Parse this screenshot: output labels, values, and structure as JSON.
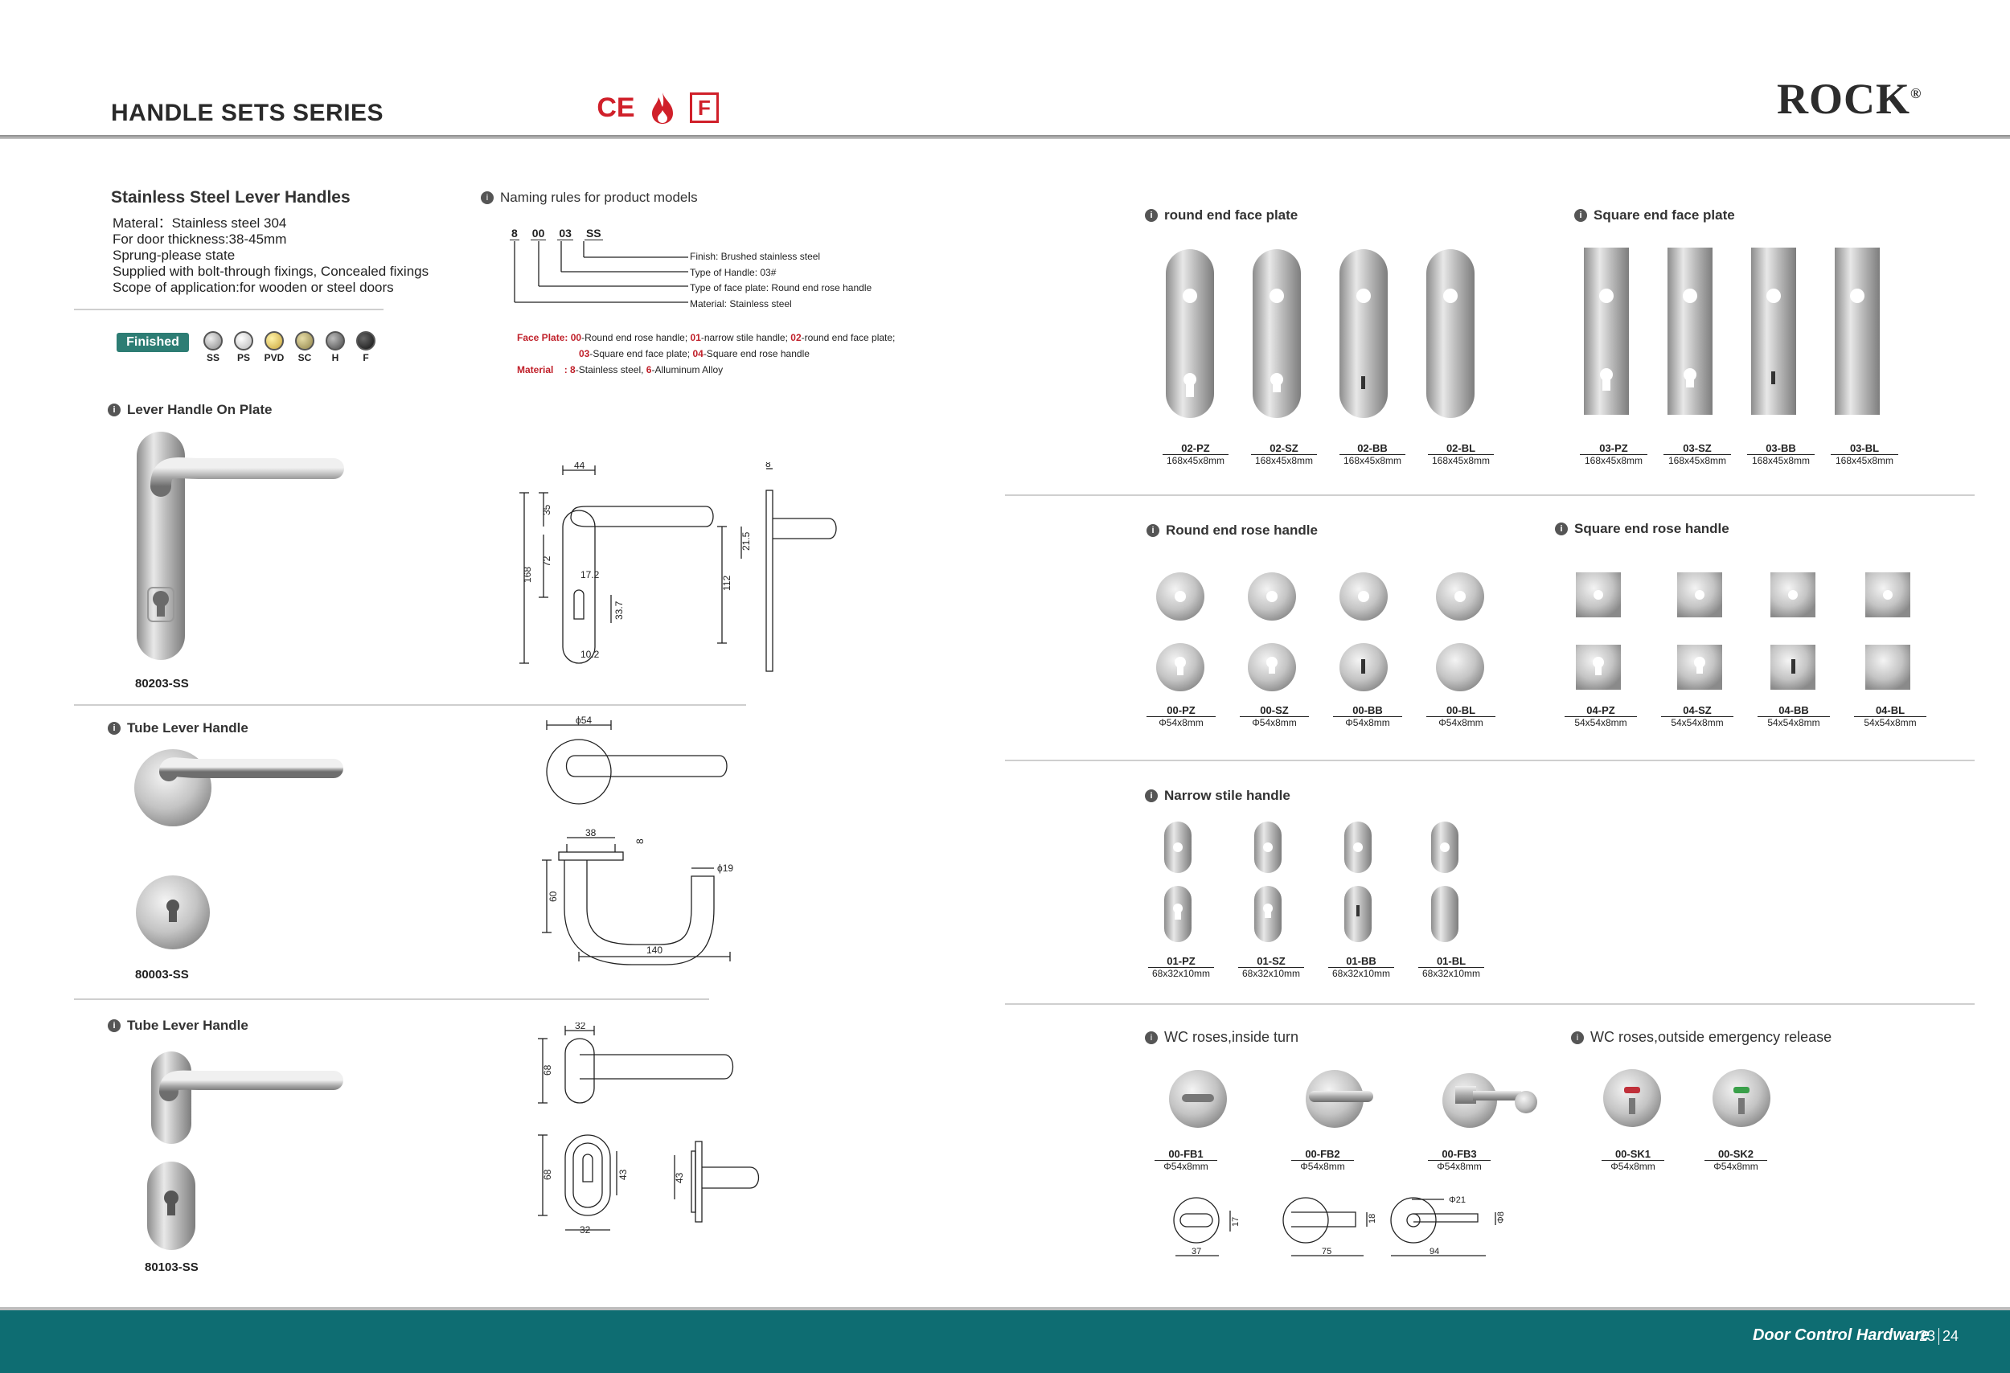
{
  "header": {
    "series_title": "HANDLE SETS SERIES",
    "cert_ce": "CE",
    "cert_f": "F",
    "brand": "ROCK",
    "brand_mark": "®"
  },
  "intro": {
    "title": "Stainless Steel Lever Handles",
    "lines": [
      "Materal：Stainless steel 304",
      "For door thickness:38-45mm",
      "Sprung-please state",
      "Supplied with bolt-through fixings, Concealed fixings",
      "Scope of application:for wooden or steel doors"
    ]
  },
  "finishes": {
    "label": "Finished",
    "items": [
      {
        "code": "SS",
        "color": "#9a9a9a"
      },
      {
        "code": "PS",
        "color": "#d8d8d8"
      },
      {
        "code": "PVD",
        "color": "#c9a43a"
      },
      {
        "code": "SC",
        "color": "#a89a5c"
      },
      {
        "code": "H",
        "color": "#6a6a6a"
      },
      {
        "code": "F",
        "color": "#2a2a2a"
      }
    ]
  },
  "naming": {
    "title": "Naming rules for product models",
    "code_parts": [
      "8",
      "00",
      "03",
      "SS"
    ],
    "rules": [
      "Finish: Brushed stainless steel",
      "Type of Handle: 03#",
      "Type of face plate: Round end rose handle",
      "Material: Stainless steel"
    ],
    "face_plate_key": "Face Plate:",
    "face_plate_line1": [
      {
        "code": "00",
        "text": "-Round end rose handle;  "
      },
      {
        "code": "01",
        "text": "-narrow stile handle;  "
      },
      {
        "code": "02",
        "text": "-round end face plate;"
      }
    ],
    "face_plate_line2": [
      {
        "code": "03",
        "text": "-Square end face plate;  "
      },
      {
        "code": "04",
        "text": "-Square end rose handle"
      }
    ],
    "material_key": "Material",
    "material_sep": ":",
    "material_line": [
      {
        "code": "8",
        "text": "-Stainless steel,  "
      },
      {
        "code": "6",
        "text": "-Alluminum Alloy"
      }
    ]
  },
  "products": [
    {
      "title": "Lever Handle On Plate",
      "model": "80203-SS"
    },
    {
      "title": "Tube Lever Handle",
      "model": "80003-SS"
    },
    {
      "title": "Tube Lever Handle",
      "model": "80103-SS"
    }
  ],
  "dims": {
    "p1": [
      "44",
      "8",
      "35",
      "72",
      "168",
      "17.2",
      "33.7",
      "10.2",
      "112",
      "21.5"
    ],
    "p2": [
      "ϕ54",
      "38",
      "8",
      "ϕ19",
      "60",
      "140"
    ],
    "p3": [
      "32",
      "68",
      "68",
      "43",
      "32",
      "43"
    ]
  },
  "right": {
    "round_face": {
      "title": "round end face plate",
      "items": [
        {
          "code": "02-PZ",
          "size": "168x45x8mm"
        },
        {
          "code": "02-SZ",
          "size": "168x45x8mm"
        },
        {
          "code": "02-BB",
          "size": "168x45x8mm"
        },
        {
          "code": "02-BL",
          "size": "168x45x8mm"
        }
      ]
    },
    "square_face": {
      "title": "Square end face plate",
      "items": [
        {
          "code": "03-PZ",
          "size": "168x45x8mm"
        },
        {
          "code": "03-SZ",
          "size": "168x45x8mm"
        },
        {
          "code": "03-BB",
          "size": "168x45x8mm"
        },
        {
          "code": "03-BL",
          "size": "168x45x8mm"
        }
      ]
    },
    "round_rose": {
      "title": "Round  end rose handle",
      "items": [
        {
          "code": "00-PZ",
          "size": "Φ54x8mm"
        },
        {
          "code": "00-SZ",
          "size": "Φ54x8mm"
        },
        {
          "code": "00-BB",
          "size": "Φ54x8mm"
        },
        {
          "code": "00-BL",
          "size": "Φ54x8mm"
        }
      ]
    },
    "square_rose": {
      "title": "Square end rose handle",
      "items": [
        {
          "code": "04-PZ",
          "size": "54x54x8mm",
          "size_hl": "54"
        },
        {
          "code": "04-SZ",
          "size": "54x54x8mm"
        },
        {
          "code": "04-BB",
          "size": "54x54x8mm"
        },
        {
          "code": "04-BL",
          "size": "54x54x8mm"
        }
      ]
    },
    "narrow": {
      "title": "Narrow stile handle",
      "items": [
        {
          "code": "01-PZ",
          "size": "68x32x10mm"
        },
        {
          "code": "01-SZ",
          "size": "68x32x10mm"
        },
        {
          "code": "01-BB",
          "size": "68x32x10mm"
        },
        {
          "code": "01-BL",
          "size": "68x32x10mm"
        }
      ]
    },
    "wc_inside": {
      "title": "WC roses,inside turn",
      "items": [
        {
          "code": "00-FB1",
          "size": "Φ54x8mm"
        },
        {
          "code": "00-FB2",
          "size": "Φ54x8mm"
        },
        {
          "code": "00-FB3",
          "size": "Φ54x8mm"
        }
      ],
      "dims": [
        "37",
        "17",
        "75",
        "18",
        "Φ21",
        "94",
        "Φ8"
      ]
    },
    "wc_outside": {
      "title": "WC roses,outside emergency release",
      "items": [
        {
          "code": "00-SK1",
          "size": "Φ54x8mm"
        },
        {
          "code": "00-SK2",
          "size": "Φ54x8mm"
        }
      ]
    }
  },
  "footer": {
    "text": "Door Control Hardware",
    "page_left": "23",
    "page_right": "24"
  }
}
